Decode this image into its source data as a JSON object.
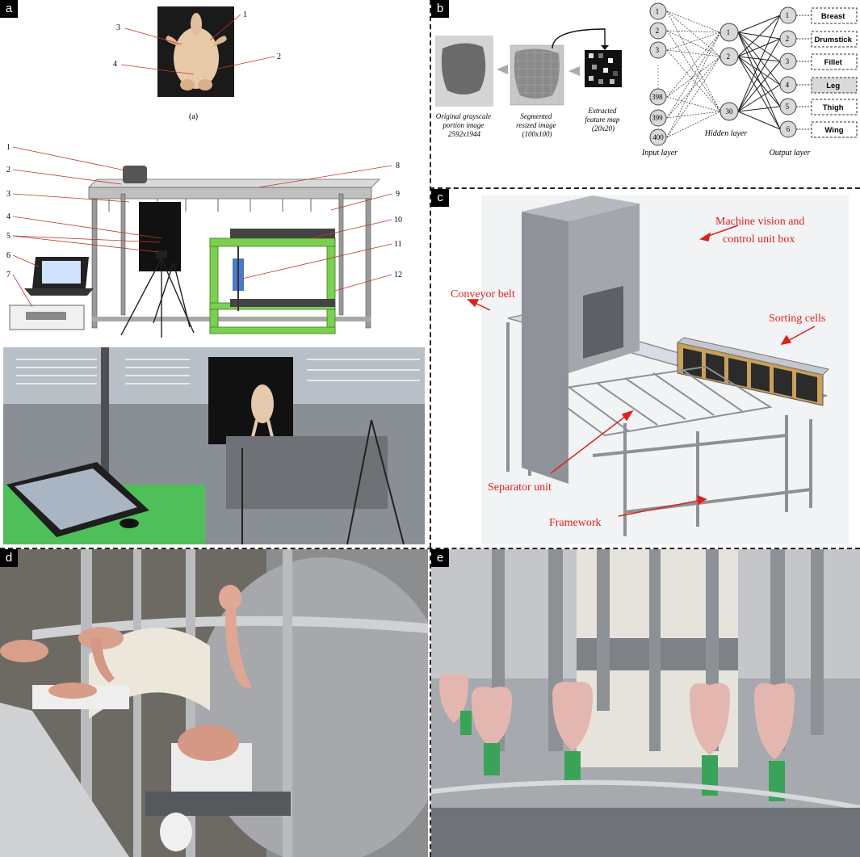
{
  "panels": {
    "a": {
      "label": "a",
      "caption": "(a)",
      "carcass_numbers": [
        "1",
        "2",
        "3",
        "4"
      ],
      "machine_numbers": [
        "1",
        "2",
        "3",
        "4",
        "5",
        "6",
        "7",
        "8",
        "9",
        "10",
        "11",
        "12"
      ]
    },
    "b": {
      "label": "b",
      "images": {
        "original": [
          "Original grayscale",
          "portion image",
          "2592x1944"
        ],
        "segmented": [
          "Segmented",
          "resized image",
          "(100x100)"
        ],
        "feature": [
          "Extracted",
          "feature map",
          "(20x20)"
        ]
      },
      "input_nodes": [
        "1",
        "2",
        "3",
        "398",
        "399",
        "400"
      ],
      "hidden_nodes": [
        "1",
        "2",
        "30"
      ],
      "output_nodes": [
        "1",
        "2",
        "3",
        "4",
        "5",
        "6"
      ],
      "classes": [
        "Breast",
        "Drumstick",
        "Fillet",
        "Leg",
        "Thigh",
        "Wing"
      ],
      "layers": {
        "input": "Input layer",
        "hidden": "Hidden layer",
        "output": "Output layer"
      }
    },
    "c": {
      "label": "c",
      "annotations": {
        "vision_box": [
          "Machine vision and",
          "control unit box"
        ],
        "conveyor": "Conveyor belt",
        "sorting": "Sorting cells",
        "separator": "Separator unit",
        "framework": "Framework"
      }
    },
    "d": {
      "label": "d"
    },
    "e": {
      "label": "e"
    }
  },
  "colors": {
    "annotation_red": "#e0201b",
    "frame_green": "#7bd04f",
    "hold_green": "#3aa35a"
  }
}
